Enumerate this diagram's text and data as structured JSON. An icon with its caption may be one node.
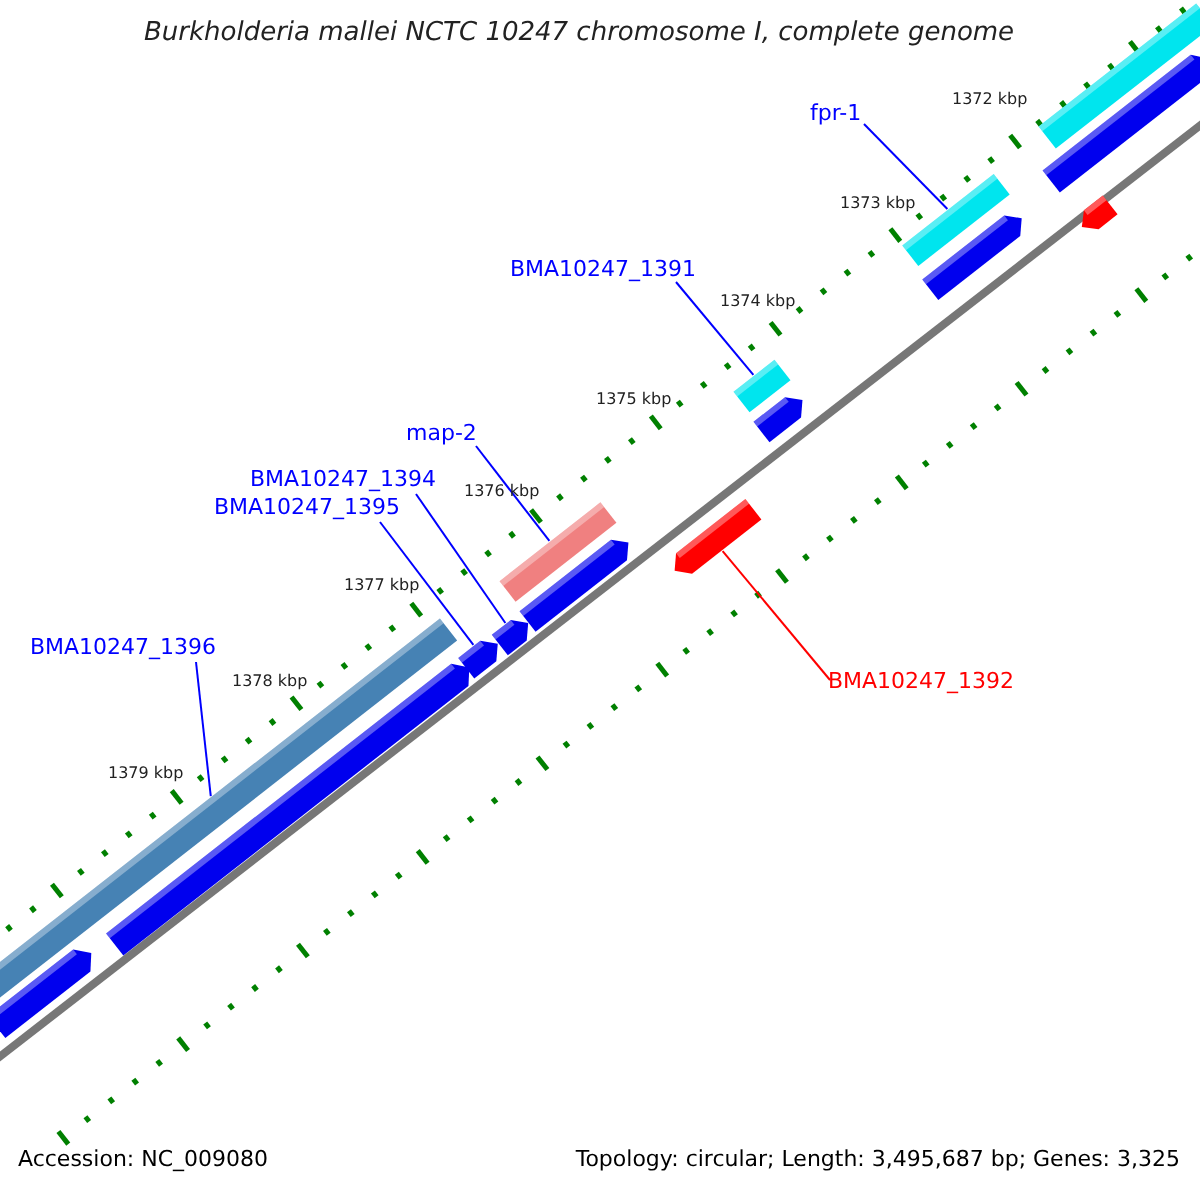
{
  "diagram": {
    "title": "Burkholderia mallei NCTC 10247 chromosome I, complete genome",
    "nodes": [
      {
        "text": [
          "fpr-1"
        ]
      },
      {
        "text": [
          "BMA10247_1391"
        ]
      },
      {
        "text": [
          "map-2"
        ]
      },
      {
        "text": [
          "BMA10247_1394"
        ]
      },
      {
        "text": [
          "BMA10247_1395"
        ]
      },
      {
        "text": [
          "BMA10247_1396"
        ]
      },
      {
        "text": [
          "BMA10247_1392"
        ]
      },
      {
        "text": [],
        "shape": "bar"
      },
      {
        "text": [],
        "shape": "bar"
      },
      {
        "text": [],
        "shape": "bar"
      },
      {
        "text": [],
        "shape": "bar"
      },
      {
        "text": [],
        "shape": "bar"
      },
      {
        "text": [],
        "shape": "bar"
      },
      {
        "text": [],
        "shape": "bar"
      },
      {
        "text": [],
        "shape": "bar"
      },
      {
        "text": [],
        "shape": "bar"
      },
      {
        "text": [],
        "shape": "bar"
      },
      {
        "text": [],
        "shape": "bar"
      },
      {
        "text": [],
        "shape": "bar"
      },
      {
        "text": [],
        "shape": "bar"
      },
      {
        "text": [],
        "shape": "bar"
      },
      {
        "text": [],
        "shape": "bar"
      }
    ],
    "edges": [
      {
        "from": 0,
        "to": 10,
        "arrow": "none"
      },
      {
        "from": 1,
        "to": 12,
        "arrow": "none"
      },
      {
        "from": 2,
        "to": 15,
        "arrow": "none"
      },
      {
        "from": 3,
        "to": 17,
        "arrow": "none"
      },
      {
        "from": 4,
        "to": 18,
        "arrow": "none"
      },
      {
        "from": 5,
        "to": 19,
        "arrow": "none"
      },
      {
        "from": 6,
        "to": 14,
        "arrow": "none",
        "color": "#ff0000"
      }
    ],
    "labels": [
      "1372 kbp",
      "1373 kbp",
      "1374 kbp",
      "1375 kbp",
      "1376 kbp",
      "1377 kbp",
      "1378 kbp",
      "1379 kbp",
      "Accession: NC_009080",
      "Topology: circular; Length: 3,495,687 bp; Genes: 3,325"
    ]
  }
}
